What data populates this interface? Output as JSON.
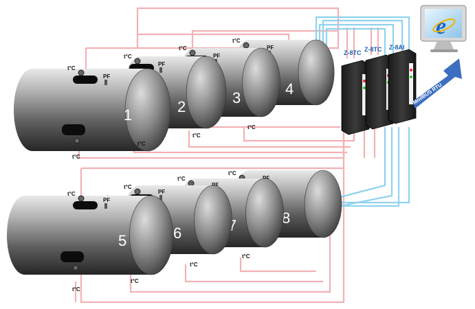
{
  "colors": {
    "pink_wire": "#f3b1b4",
    "blue_wire": "#8fd3ee",
    "module_label": "#1f5fb0",
    "modbus_arrow": "#3d6fc0"
  },
  "labels": {
    "temp": "t°C",
    "pf": "PF",
    "modbus": "ModBUS RTU"
  },
  "modules": [
    {
      "label": "Z-8TC"
    },
    {
      "label": "Z-8TC"
    },
    {
      "label": "Z-8AI"
    }
  ],
  "tanks": [
    {
      "number": "1"
    },
    {
      "number": "2"
    },
    {
      "number": "3"
    },
    {
      "number": "4"
    },
    {
      "number": "5"
    },
    {
      "number": "6"
    },
    {
      "number": "7"
    },
    {
      "number": "8"
    }
  ],
  "icons": {
    "computer": "computer-monitor-icon",
    "browser": "internet-explorer-icon"
  }
}
